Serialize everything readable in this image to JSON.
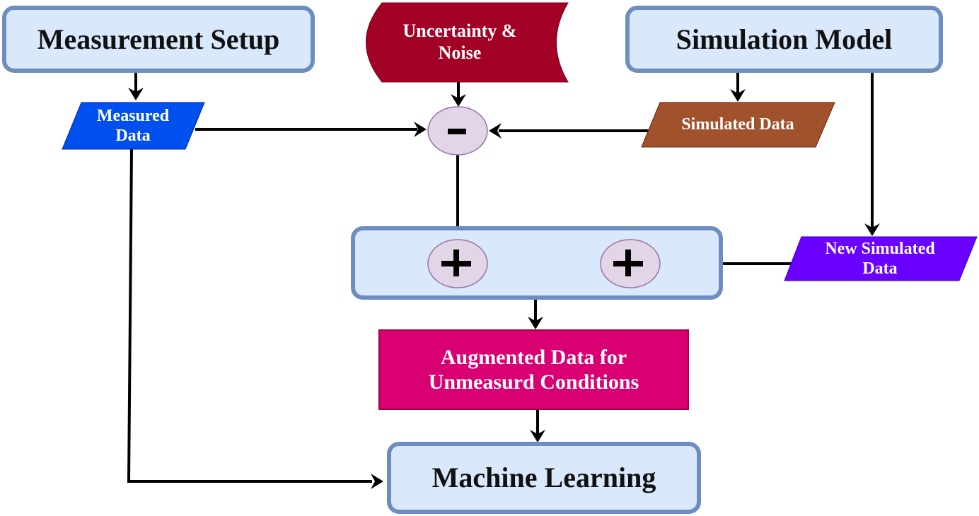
{
  "diagram": {
    "nodes": {
      "measurement_setup": {
        "label": "Measurement Setup",
        "color": "#dae8fc",
        "border": "#6c8ebf"
      },
      "uncertainty_noise": {
        "label_line1": "Uncertainty &",
        "label_line2": "Noise",
        "color": "#a20025"
      },
      "simulation_model": {
        "label": "Simulation Model",
        "color": "#dae8fc",
        "border": "#6c8ebf"
      },
      "measured_data": {
        "label_line1": "Measured",
        "label_line2": "Data",
        "color": "#0050ef"
      },
      "simulated_data": {
        "label": "Simulated Data",
        "color": "#a0522d"
      },
      "new_simulated_data": {
        "label_line1": "New Simulated",
        "label_line2": "Data",
        "color": "#6a00ff"
      },
      "subtract_node": {
        "symbol": "-",
        "color": "#e1d5e7",
        "border": "#9673a6"
      },
      "add_node_1": {
        "symbol": "+"
      },
      "add_node_2": {
        "symbol": "+"
      },
      "augmented_data": {
        "label_line1": "Augmented Data for",
        "label_line2": "Unmeasurd Conditions",
        "color": "#d80073"
      },
      "machine_learning": {
        "label": "Machine Learning",
        "color": "#dae8fc",
        "border": "#6c8ebf"
      }
    },
    "edges": [
      {
        "from": "Measurement Setup",
        "to": "Measured Data"
      },
      {
        "from": "Uncertainty & Noise",
        "to": "-"
      },
      {
        "from": "Simulation Model",
        "to": "Simulated Data"
      },
      {
        "from": "Simulation Model",
        "to": "New Simulated Data"
      },
      {
        "from": "Measured Data",
        "to": "-"
      },
      {
        "from": "Simulated Data",
        "to": "-"
      },
      {
        "from": "-",
        "to": "+ (left)"
      },
      {
        "from": "New Simulated Data",
        "to": "+ (right)"
      },
      {
        "from": "Combiner",
        "to": "Augmented Data for Unmeasurd Conditions"
      },
      {
        "from": "Augmented Data for Unmeasurd Conditions",
        "to": "Machine Learning"
      },
      {
        "from": "Measured Data",
        "to": "Machine Learning"
      }
    ]
  }
}
